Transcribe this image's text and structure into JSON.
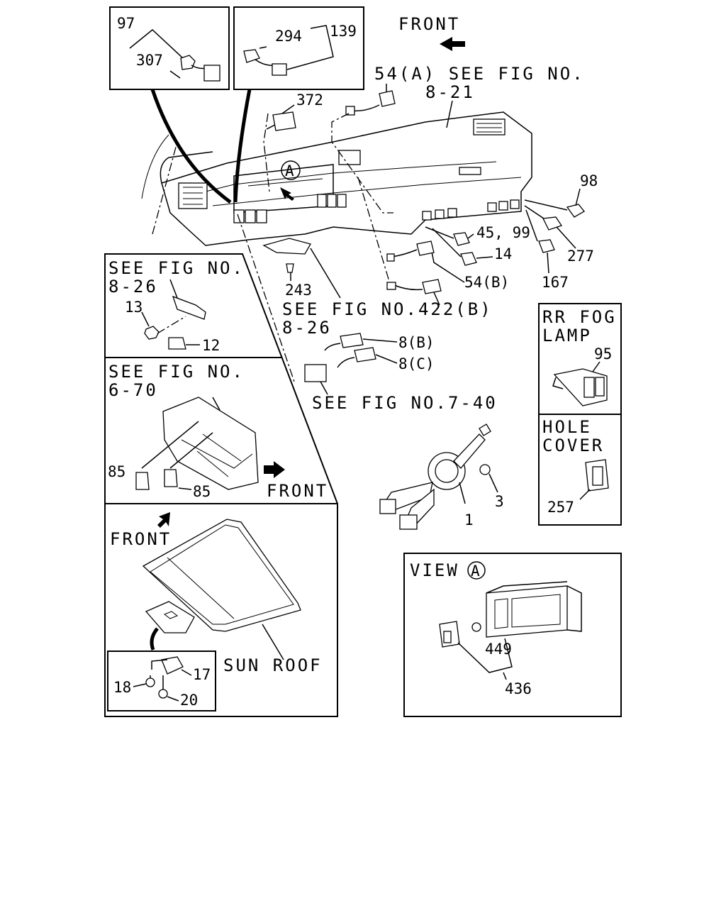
{
  "labels": {
    "front_top": "FRONT",
    "see_8_21_a": "54(A) SEE FIG NO.",
    "see_8_21_b": "8-21",
    "p97": "97",
    "p307": "307",
    "p294": "294",
    "p139": "139",
    "p372": "372",
    "p98": "98",
    "p45_99": "45, 99",
    "p14": "14",
    "p54b": "54(B)",
    "p277": "277",
    "p167": "167",
    "p243": "243",
    "see_826_mid_a": "SEE FIG NO.422(B)",
    "see_826_mid_b": "8-26",
    "p8b": "8(B)",
    "p8c": "8(C)",
    "see_740": "SEE FIG NO.7-40",
    "see_826_box_a": "SEE FIG NO.",
    "see_826_box_b": "8-26",
    "p13": "13",
    "p12": "12",
    "see_670_a": "SEE FIG NO.",
    "see_670_b": "6-70",
    "p85a": "85",
    "p85b": "85",
    "front_mid": "FRONT",
    "front_sunroof": "FRONT",
    "sun_roof": "SUN ROOF",
    "p18": "18",
    "p17": "17",
    "p20": "20",
    "rr_fog_a": "RR FOG",
    "rr_fog_b": "LAMP",
    "p95": "95",
    "hole_a": "HOLE",
    "hole_b": "COVER",
    "p257": "257",
    "p3": "3",
    "p1": "1",
    "view_a": "VIEW",
    "circle_a": "A",
    "circle_a_view": "A",
    "p449": "449",
    "p436": "436"
  }
}
